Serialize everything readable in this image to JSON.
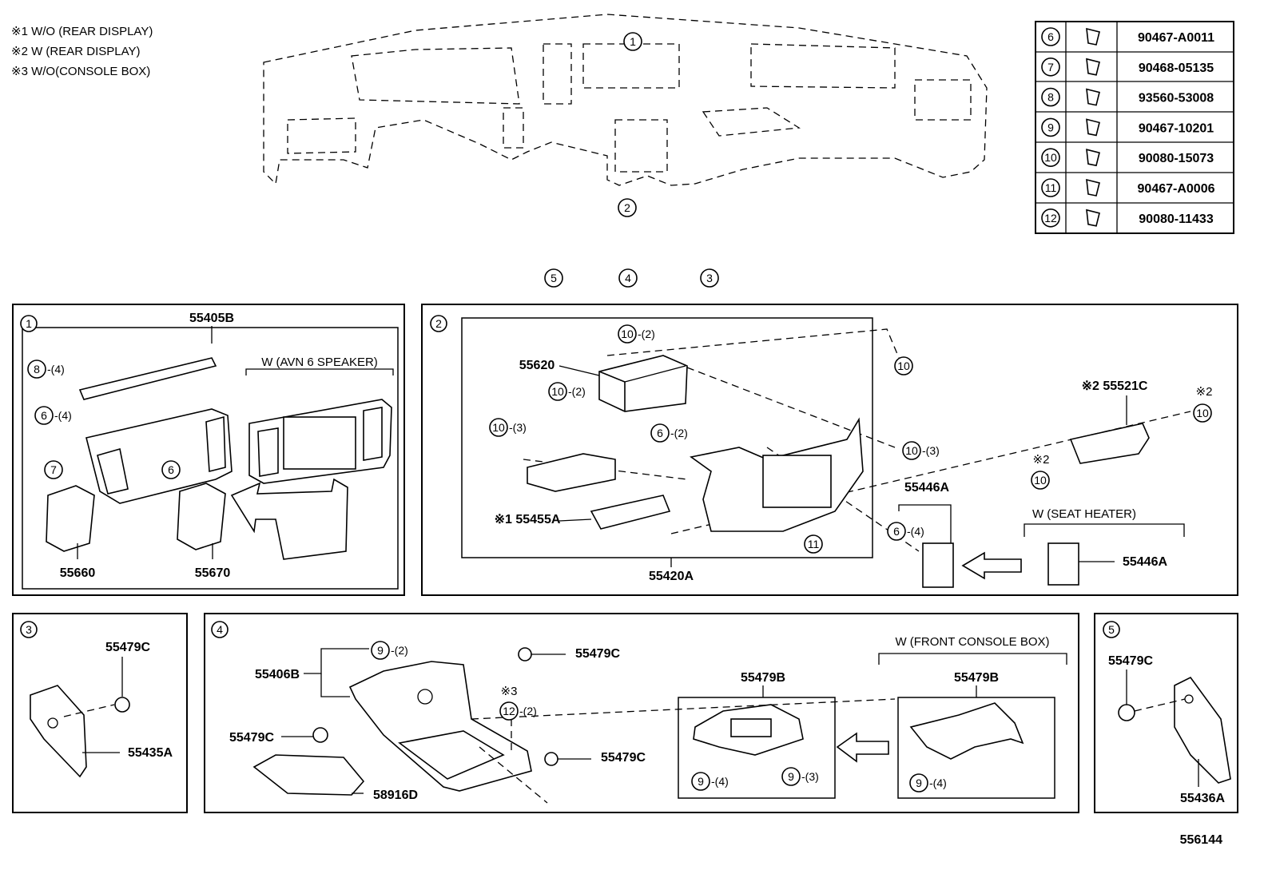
{
  "notes": [
    "※1  W/O (REAR DISPLAY)",
    "※2  W (REAR DISPLAY)",
    "※3  W/O(CONSOLE BOX)"
  ],
  "fastener_table": [
    {
      "ref": "6",
      "part": "90467-A0011"
    },
    {
      "ref": "7",
      "part": "90468-05135"
    },
    {
      "ref": "8",
      "part": "93560-53008"
    },
    {
      "ref": "9",
      "part": "90467-10201"
    },
    {
      "ref": "10",
      "part": "90080-15073"
    },
    {
      "ref": "11",
      "part": "90467-A0006"
    },
    {
      "ref": "12",
      "part": "90080-11433"
    }
  ],
  "overview": {
    "callout_top": "1",
    "callout_bottom": "2",
    "row": [
      "5",
      "4",
      "3"
    ]
  },
  "panel1": {
    "id": "1",
    "title_part": "55405B",
    "variant": "W (AVN 6 SPEAKER)",
    "callouts": [
      {
        "n": "8",
        "q": "-(4)"
      },
      {
        "n": "6",
        "q": "-(4)"
      },
      {
        "n": "7",
        "q": ""
      },
      {
        "n": "6",
        "q": ""
      }
    ],
    "parts": [
      "55660",
      "55670"
    ]
  },
  "panel2": {
    "id": "2",
    "bottom_part": "55420A",
    "parts": {
      "p55620": "55620",
      "p55455a": "※1 55455A",
      "p55446a_1": "55446A",
      "p55521c": "※2 55521C",
      "p55446a_2": "55446A"
    },
    "variant": "W (SEAT HEATER)",
    "callouts": [
      {
        "n": "10",
        "q": "-(2)"
      },
      {
        "n": "10",
        "q": "-(2)"
      },
      {
        "n": "10",
        "q": "-(3)"
      },
      {
        "n": "6",
        "q": "-(2)"
      },
      {
        "n": "10",
        "q": ""
      },
      {
        "n": "10",
        "q": "-(3)"
      },
      {
        "n": "11",
        "q": ""
      },
      {
        "n": "6",
        "q": "-(4)"
      },
      {
        "n": "10",
        "q": ""
      },
      {
        "n": "10",
        "q": ""
      }
    ],
    "marks": {
      "m1": "※2",
      "m2": "※2"
    }
  },
  "panel3": {
    "id": "3",
    "parts": [
      "55479C",
      "55435A"
    ]
  },
  "panel4": {
    "id": "4",
    "parts": {
      "a": "55406B",
      "b": "55479C",
      "c": "55479C",
      "d": "55479C",
      "e": "58916D",
      "f": "55479B",
      "g": "55479B"
    },
    "variant": "W (FRONT CONSOLE BOX)",
    "callouts": [
      {
        "n": "9",
        "q": "-(2)"
      },
      {
        "n": "12",
        "q": "-(2)"
      },
      {
        "n": "9",
        "q": "-(4)"
      },
      {
        "n": "9",
        "q": "-(3)"
      },
      {
        "n": "9",
        "q": "-(4)"
      }
    ],
    "mark": "※3"
  },
  "panel5": {
    "id": "5",
    "parts": [
      "55479C",
      "55436A"
    ]
  },
  "figure_id": "556144"
}
